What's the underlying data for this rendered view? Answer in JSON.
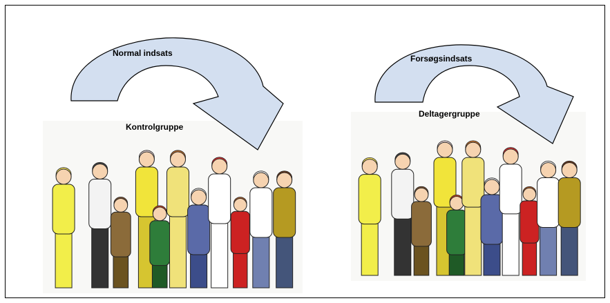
{
  "panels": [
    {
      "arrow_label": "Normal indsats",
      "group_label": "Kontrolgruppe"
    },
    {
      "arrow_label": "Forsøgsindsats",
      "group_label": "Deltagergruppe"
    }
  ],
  "colors": {
    "arrow_fill": "#d3dff0",
    "arrow_stroke": "#000000"
  },
  "illustration": "cartoon-crowd-of-people"
}
